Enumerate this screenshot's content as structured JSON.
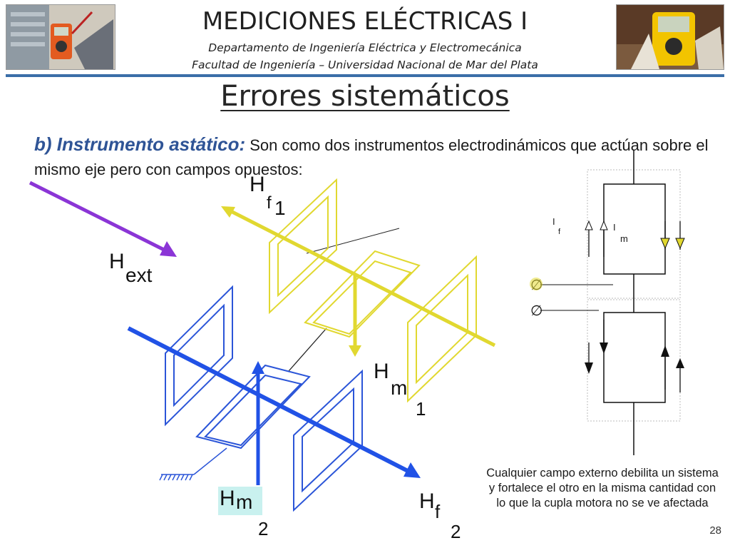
{
  "header": {
    "title": "MEDICIONES ELÉCTRICAS I",
    "department": "Departamento de Ingeniería Eléctrica y Electromecánica",
    "faculty": "Facultad de Ingeniería – Universidad Nacional de Mar del Plata"
  },
  "slide": {
    "title": "Errores sistemáticos",
    "intro_lead": "b) Instrumento astático:",
    "intro_text": " Son como dos instrumentos electrodinámicos que actúan sobre el mismo eje pero con campos opuestos:",
    "page_number": "28"
  },
  "diagram": {
    "labels": {
      "hf1_h": "H",
      "hf1_sub": "f",
      "hf1_idx": "1",
      "hext_h": "H",
      "hext_sub": "ext",
      "hm1_h": "H",
      "hm1_sub": "m",
      "hm1_idx": "1",
      "hm2_h": "H",
      "hm2_sub": "m",
      "hm2_idx": "2",
      "hf2_h": "H",
      "hf2_sub": "f",
      "hf2_idx": "2"
    },
    "colors": {
      "upper_system": "#e1d830",
      "lower_system": "#2152e6",
      "external_field": "#8b35d6",
      "hm2_highlight": "#c9f1ef"
    }
  },
  "circuit": {
    "if_label": "I",
    "if_sub": "f",
    "im_label": "I",
    "im_sub": "m",
    "terminal_symbol": "∅"
  },
  "note": "Cualquier campo externo debilita un sistema y fortalece el otro en la misma cantidad con lo que la cupla motora no se ve afectada"
}
